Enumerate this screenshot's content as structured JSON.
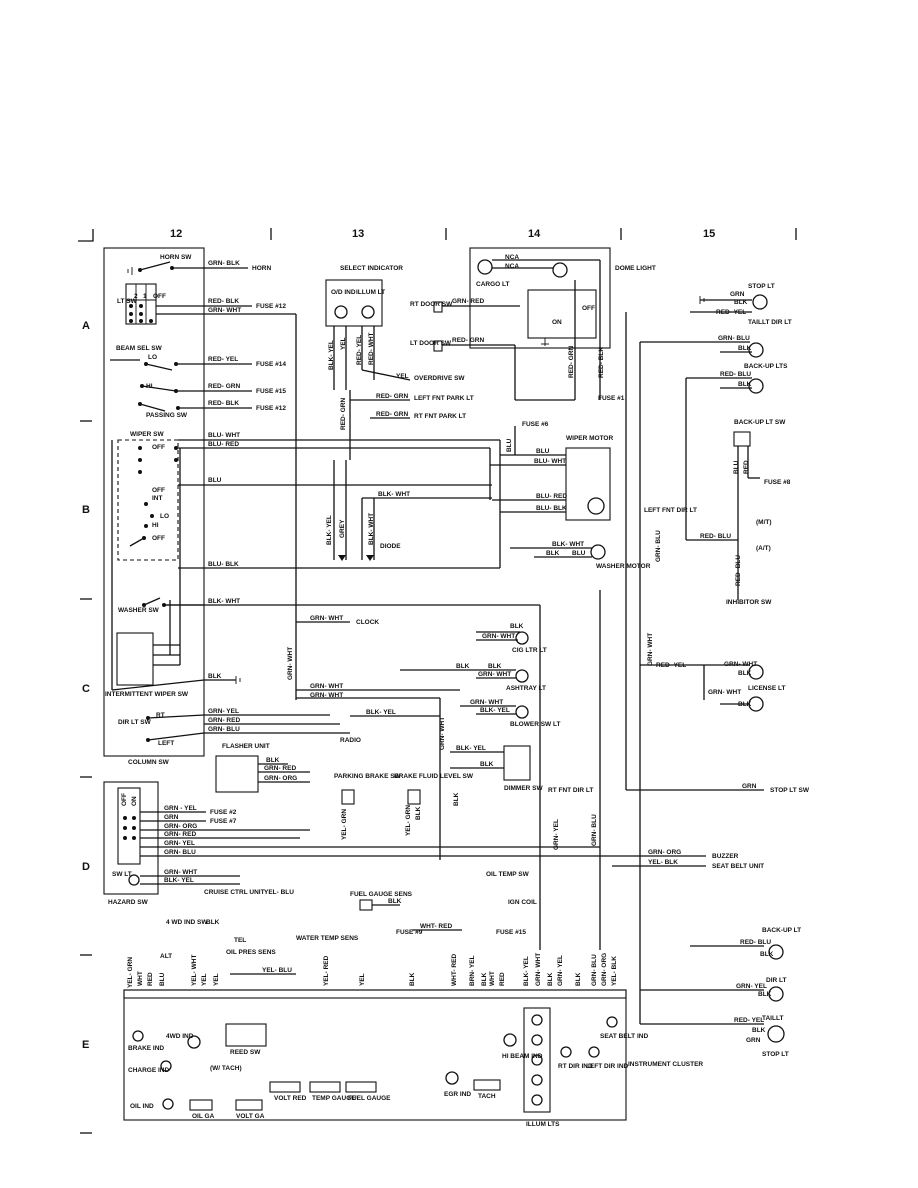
{
  "grid": {
    "columns": [
      "12",
      "13",
      "14",
      "15"
    ],
    "rows": [
      "A",
      "B",
      "C",
      "D",
      "E"
    ]
  },
  "column_sw": {
    "title": "COLUMN SW",
    "horn_sw": "HORN SW",
    "lt_sw": "LT SW",
    "pos_2": "2",
    "pos_1": "1",
    "pos_off": "OFF",
    "beam_sel_sw": "BEAM SEL SW",
    "lo": "LO",
    "hi": "HI",
    "passing_sw": "PASSING SW",
    "wiper_sw": "WIPER SW",
    "wiper_off": "OFF",
    "wiper_int": "INT",
    "wiper_lo": "LO",
    "wiper_hi": "HI",
    "wiper_off2": "OFF",
    "wiper_off3": "OFF",
    "washer_sw": "WASHER SW",
    "intermittent_wiper_sw": "INTERMITTENT WIPER SW",
    "dir_lt_sw": "DIR LT SW",
    "rt": "RT",
    "left": "LEFT"
  },
  "wires_left": {
    "grn_blk": "GRN- BLK",
    "horn": "HORN",
    "red_blk": "RED- BLK",
    "fuse_12": "FUSE #12",
    "grn_wht": "GRN- WHT",
    "red_yel": "RED- YEL",
    "fuse_14": "FUSE #14",
    "red_grn": "RED- GRN",
    "fuse_15": "FUSE #15",
    "red_blk2": "RED- BLK",
    "fuse_12b": "FUSE #12",
    "blu_wht": "BLU- WHT",
    "blu_red": "BLU- RED",
    "blu": "BLU",
    "blu_blk": "BLU- BLK",
    "blk_wht": "BLK- WHT",
    "blk": "BLK",
    "grn_yel": "GRN- YEL",
    "grn_red": "GRN- RED",
    "grn_blu": "GRN- BLU"
  },
  "select_indicator": {
    "title": "SELECT INDICATOR",
    "od_ind": "O/D IND",
    "illum_lt": "ILLUM LT",
    "blk_yel": "BLK- YEL",
    "yel": "YEL",
    "red_yel": "RED- YEL",
    "red_wht": "RED- WHT",
    "yel_overdrive": "YEL",
    "overdrive_sw": "OVERDRIVE SW",
    "red_grn_a": "RED- GRN",
    "left_fnt_park": "LEFT FNT PARK LT",
    "red_grn_b": "RED- GRN",
    "rt_fnt_park": "RT FNT PARK LT",
    "red_grn_v": "RED- GRN"
  },
  "doors": {
    "rt_door_sw": "RT DOOR SW",
    "grn_red": "GRN- RED",
    "lt_door_sw": "LT DOOR SW",
    "red_grn": "RED- GRN"
  },
  "dome": {
    "nca1": "NCA",
    "nca2": "NCA",
    "cargo_lt": "CARGO LT",
    "dome_light": "DOME LIGHT",
    "on": "ON",
    "off": "OFF",
    "red_grn": "RED- GRN",
    "red_blk": "RED- BLK",
    "fuse_1": "FUSE #1"
  },
  "wiper_motor": {
    "fuse_6": "FUSE #6",
    "blu_v": "BLU",
    "wiper_motor": "WIPER MOTOR",
    "blu": "BLU",
    "blu_wht": "BLU- WHT",
    "blu_red": "BLU- RED",
    "blu_blk": "BLU- BLK",
    "blk_wht": "BLK- WHT",
    "blk": "BLK",
    "blu2": "BLU",
    "washer_motor": "WASHER MOTOR"
  },
  "diode": {
    "blk_yel": "BLK- YEL",
    "grey": "GREY",
    "blk_wht": "BLK- WHT",
    "blk_wht_h": "BLK- WHT",
    "diode": "DIODE"
  },
  "mid": {
    "grn_wht_v": "GRN- WHT",
    "grn_wht_clock": "GRN- WHT",
    "clock": "CLOCK",
    "blk_cig": "BLK",
    "grn_wht_cig": "GRN- WHT",
    "cig_ltr_lt": "CIG LTR LT",
    "blk_ash": "BLK",
    "blk_ash2": "BLK",
    "grn_wht_ash": "GRN- WHT",
    "ashtray_lt": "ASHTRAY LT",
    "grn_wht_a": "GRN- WHT",
    "grn_wht_b": "GRN- WHT",
    "grn_wht_blower": "GRN- WHT",
    "blk_yel_blower": "BLK- YEL",
    "blower_sw_lt": "BLOWER SW LT",
    "blk_yel_radio": "BLK- YEL",
    "radio": "RADIO",
    "grn_wht_v2": "GRN- WHT",
    "blk_yel_dim": "BLK- YEL",
    "blk_dim": "BLK",
    "dimmer_sw": "DIMMER SW",
    "blk_v": "BLK",
    "flasher_unit": "FLASHER UNIT",
    "f_blk": "BLK",
    "f_grn_red": "GRN- RED",
    "f_grn_org": "GRN- ORG",
    "parking_brake_sw": "PARKING BRAKE SW",
    "yel_grn": "YEL- GRN",
    "brake_fluid_level_sw": "BRAKE FLUID LEVEL SW",
    "yel_grn2": "YEL- GRN",
    "blk_bf": "BLK",
    "rt_fnt_dir_lt": "RT FNT DIR LT",
    "grn_yel_v": "GRN- YEL",
    "grn_blu_v": "GRN- BLU"
  },
  "hazard": {
    "title": "HAZARD SW",
    "sw_lt": "SW LT",
    "off": "OFF",
    "on": "ON",
    "grn_yel": "GRN - YEL",
    "fuse_2": "FUSE #2",
    "grn": "GRN",
    "fuse_7": "FUSE #7",
    "grn_org": "GRN- ORG",
    "grn_red": "GRN- RED",
    "grn_yel2": "GRN- YEL",
    "grn_blu": "GRN- BLU",
    "grn_wht": "GRN- WHT",
    "blk_yel": "BLK- YEL"
  },
  "right": {
    "stop_lt": "STOP LT",
    "grn": "GRN",
    "blk": "BLK",
    "red_yel": "RED- YEL",
    "taillt_dir_lt": "TAILLT DIR LT",
    "grn_blu": "GRN- BLU",
    "blk2": "BLK",
    "backup_lts": "BACK-UP LTS",
    "red_blu": "RED- BLU",
    "blk3": "BLK",
    "backup_lt_sw": "BACK-UP LT SW",
    "blu_v": "BLU",
    "red_v": "RED",
    "fuse_8": "FUSE #8",
    "left_fnt_dir_lt": "LEFT FNT DIR LT",
    "grn_blu_v": "GRN- BLU",
    "red_blu_h": "RED- BLU",
    "mt": "(M/T)",
    "at": "(A/T)",
    "red_blu_v": "RED- BLU",
    "inhibitor_sw": "INHIBITOR SW",
    "grn_wht_v": "GRN- WHT",
    "red_yel_h": "RED- YEL",
    "grn_wht_lic": "GRN- WHT",
    "blk_lic": "BLK",
    "grn_wht_lic2": "GRN- WHT",
    "license_lt": "LICENSE LT",
    "blk_lic2": "BLK",
    "grn_stop": "GRN",
    "stop_lt_sw": "STOP LT SW",
    "grn_org": "GRN- ORG",
    "buzzer": "BUZZER",
    "yel_blk": "YEL- BLK",
    "seat_belt_unit": "SEAT BELT UNIT",
    "backup_lt_b": "BACK-UP LT",
    "red_blu_b": "RED- BLU",
    "blk_b": "BLK",
    "dir_lt_b": "DIR LT",
    "grn_yel_b": "GRN- YEL",
    "blk_b2": "BLK",
    "taillt_b": "TAILLT",
    "red_yel_b": "RED- YEL",
    "blk_b3": "BLK",
    "grn_b": "GRN",
    "stop_lt_b": "STOP LT"
  },
  "cluster": {
    "cruise_ctrl_unit": "CRUISE CTRL UNIT",
    "yel_blu": "YEL- BLU",
    "fuel_gauge_sens": "FUEL GAUGE SENS",
    "blk_fuel": "BLK",
    "oil_temp_sw": "OIL TEMP SW",
    "ign_coil": "IGN COIL",
    "fuse_9": "FUSE #9",
    "wht_red": "WHT- RED",
    "fuse_15": "FUSE #15",
    "ind_4wd_sw": "4 WD IND SW",
    "blk_4wd": "BLK",
    "tel": "TEL",
    "oil_pres_sens": "OIL PRES SENS",
    "alt": "ALT",
    "water_temp_sens": "WATER TEMP SENS",
    "yel_blu_b": "YEL- BLU",
    "p1": "YEL- GRN",
    "p2": "WHT",
    "p3": "RED",
    "p4": "BLU",
    "p5": "YEL- WHT",
    "p6": "YEL",
    "p7": "YEL",
    "p8": "YEL- RED",
    "p9": "YEL",
    "p10": "BLK",
    "p11": "WHT- RED",
    "p12": "BRN- YEL",
    "p13": "BLK",
    "p14": "WHT",
    "p15": "RED",
    "p16": "BLK- YEL",
    "p17": "GRN- WHT",
    "p18": "BLK",
    "p19": "GRN- YEL",
    "p20": "BLK",
    "p21": "GRN- BLU",
    "p22": "GRN- ORG",
    "p23": "YEL- BLK",
    "brake_ind": "BRAKE IND",
    "ind_4wd": "4WD IND",
    "reed_sw": "REED SW",
    "charge_ind": "CHARGE IND",
    "wt_tach": "(W/ TACH)",
    "oil_ind": "OIL IND",
    "oil_ga": "OIL GA",
    "volt_ga": "VOLT GA",
    "volt_red": "VOLT RED",
    "temp_gauge": "TEMP GAUGE",
    "fuel_gauge": "FUEL GAUGE",
    "egr_ind": "EGR IND",
    "tach": "TACH",
    "hi_beam_ind": "HI BEAM IND",
    "illum_lts": "ILLUM LTS",
    "rt_dir_ind": "RT DIR IND",
    "left_dir_ind": "LEFT DIR IND",
    "seat_belt_ind": "SEAT BELT IND",
    "instrument_cluster": "INSTRUMENT CLUSTER"
  }
}
